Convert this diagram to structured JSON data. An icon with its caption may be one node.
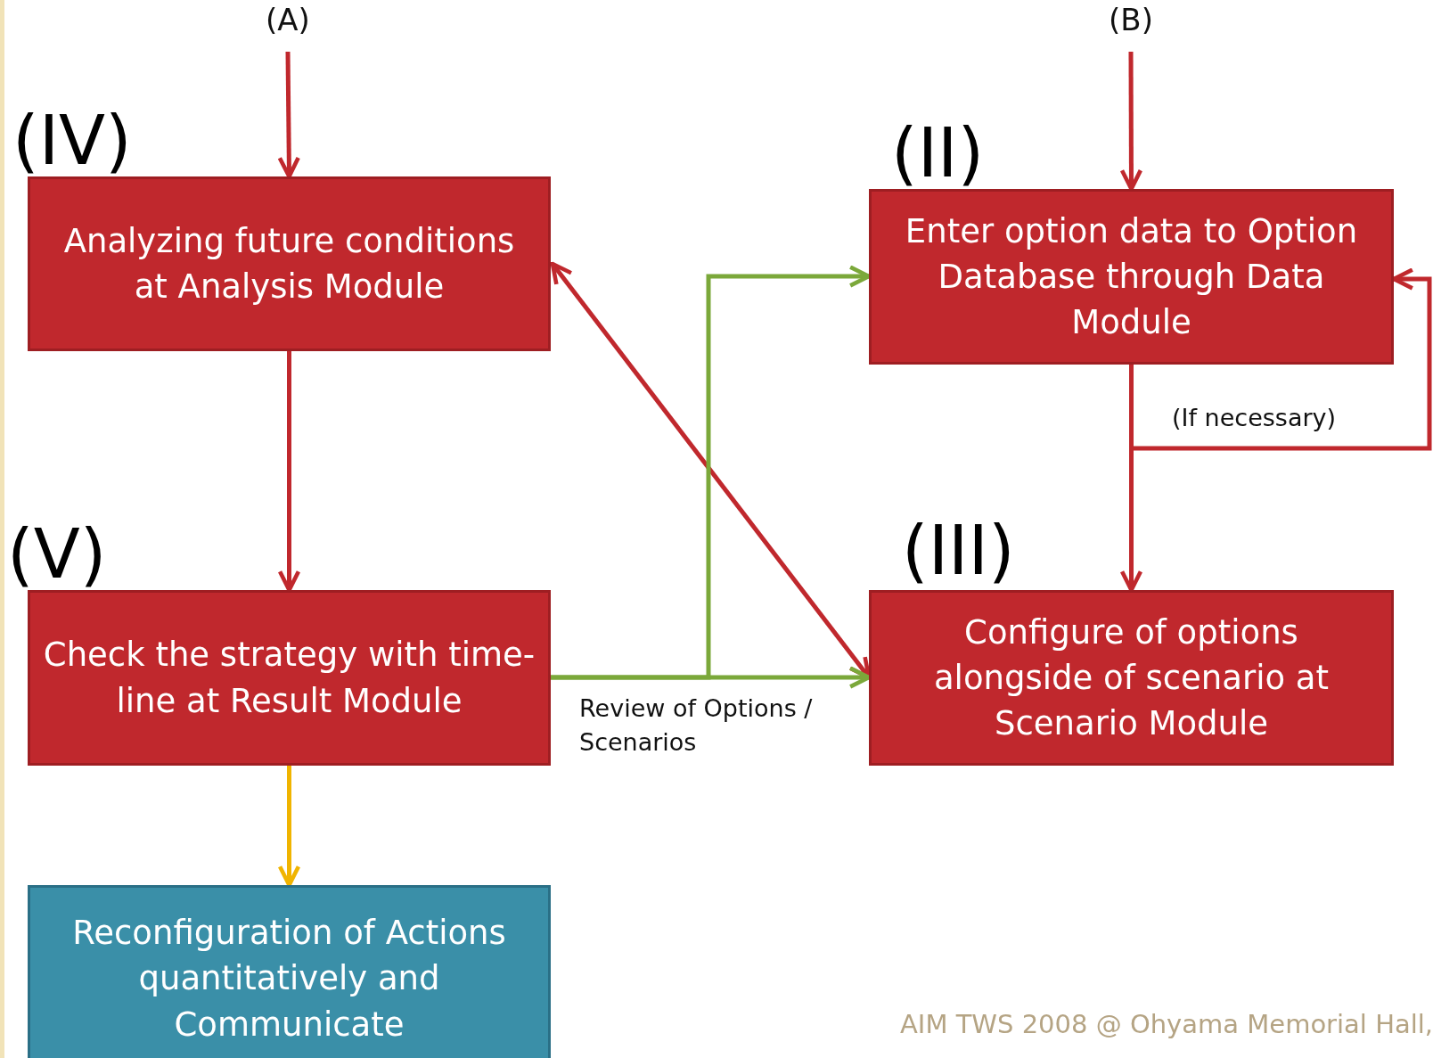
{
  "diagram": {
    "nodes": [
      {
        "text": [
          "(A)"
        ]
      },
      {
        "text": [
          "(B)"
        ]
      },
      {
        "text": [
          "Analyzing future conditions at Analysis Module"
        ],
        "beside": [
          "(IV)"
        ]
      },
      {
        "text": [
          "Enter option data to Option Database through Data Module"
        ],
        "beside": [
          "(II)"
        ]
      },
      {
        "text": [
          "Check the strategy with time-line at Result Module"
        ],
        "beside": [
          "(V)"
        ]
      },
      {
        "text": [
          "Configure of options alongside of scenario at Scenario Module"
        ],
        "beside": [
          "(III)"
        ]
      },
      {
        "text": [
          "Reconfiguration of Actions quantitatively and Communicate"
        ]
      }
    ],
    "edges": [
      {
        "from": 0,
        "to": 2,
        "arrow": "to"
      },
      {
        "from": 1,
        "to": 3,
        "arrow": "to"
      },
      {
        "from": 2,
        "to": 4,
        "arrow": "to"
      },
      {
        "from": 2,
        "to": 5,
        "arrow": "both"
      },
      {
        "from": 4,
        "to": 3,
        "arrow": "to",
        "color": "#7ba83a"
      },
      {
        "from": 4,
        "to": 5,
        "arrow": "to",
        "color": "#7ba83a",
        "label": "Review of Options / Scenarios"
      },
      {
        "from": 3,
        "to": 5,
        "arrow": "to"
      },
      {
        "from": 3,
        "to": 3,
        "arrow": "to",
        "label": "(If necessary)"
      },
      {
        "from": 4,
        "to": 6,
        "arrow": "to",
        "color": "#f0b400"
      }
    ],
    "labels": [
      "AIM TWS 2008 @ Ohyama Memorial Hall,"
    ]
  }
}
